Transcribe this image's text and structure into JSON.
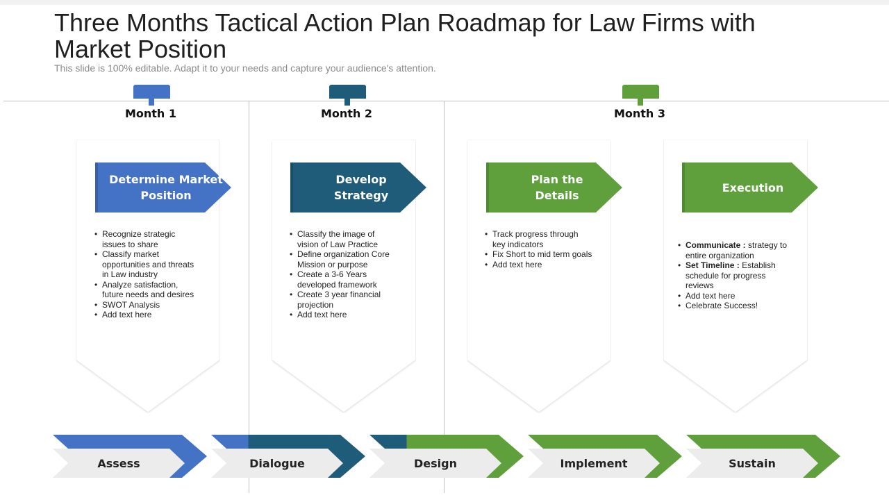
{
  "title": "Three Months Tactical Action Plan Roadmap for Law Firms with Market Position",
  "subtitle": "This slide is 100% editable. Adapt it to your needs and capture your audience's attention.",
  "colors": {
    "blue": "#4472c4",
    "teal": "#1f5c7a",
    "green": "#5fa03d",
    "light": "#ececec"
  },
  "months": [
    {
      "label": "Month 1",
      "color": "#4472c4"
    },
    {
      "label": "Month 2",
      "color": "#1f5c7a"
    },
    {
      "label": "Month 3",
      "color": "#5fa03d"
    }
  ],
  "stages": [
    {
      "title_line1": "Determine Market",
      "title_line2": "Position",
      "color": "#4472c4",
      "bullets": [
        {
          "lines": [
            "Recognize strategic",
            "issues to share"
          ]
        },
        {
          "lines": [
            "Classify market",
            "opportunities and threats",
            "in Law industry"
          ]
        },
        {
          "lines": [
            "Analyze  satisfaction,",
            "future needs and desires"
          ]
        },
        {
          "lines": [
            "SWOT Analysis"
          ]
        },
        {
          "lines": [
            "Add text here"
          ]
        }
      ]
    },
    {
      "title_line1": "Develop",
      "title_line2": "Strategy",
      "color": "#1f5c7a",
      "bullets": [
        {
          "lines": [
            "Classify the image of",
            "vision of Law Practice"
          ]
        },
        {
          "lines": [
            "Define organization Core",
            "Mission or purpose"
          ]
        },
        {
          "lines": [
            "Create a 3-6 Years",
            "developed framework"
          ]
        },
        {
          "lines": [
            "Create 3 year financial",
            "projection"
          ]
        },
        {
          "lines": [
            "Add text here"
          ]
        }
      ]
    },
    {
      "title_line1": "Plan the",
      "title_line2": "Details",
      "color": "#5fa03d",
      "bullets": [
        {
          "lines": [
            "Track progress through",
            "key indicators"
          ]
        },
        {
          "lines": [
            "Fix Short to mid term goals"
          ]
        },
        {
          "lines": [
            "Add text here"
          ]
        }
      ]
    },
    {
      "title_line1": "Execution",
      "title_line2": "",
      "color": "#5fa03d",
      "bullets": [
        {
          "bold": "Communicate :",
          "lines": [
            " strategy to",
            "entire organization"
          ]
        },
        {
          "bold": "Set Timeline :",
          "lines": [
            " Establish",
            "schedule for progress",
            "reviews"
          ]
        },
        {
          "lines": [
            "Add  text here"
          ]
        },
        {
          "lines": [
            "Celebrate Success!"
          ]
        }
      ]
    }
  ],
  "phases": [
    {
      "label": "Assess",
      "color_left": "#4472c4",
      "color_right": "#4472c4"
    },
    {
      "label": "Dialogue",
      "color_left": "#4472c4",
      "color_right": "#1f5c7a"
    },
    {
      "label": "Design",
      "color_left": "#1f5c7a",
      "color_right": "#5fa03d"
    },
    {
      "label": "Implement",
      "color_left": "#5fa03d",
      "color_right": "#5fa03d"
    },
    {
      "label": "Sustain",
      "color_left": "#5fa03d",
      "color_right": "#5fa03d"
    }
  ]
}
